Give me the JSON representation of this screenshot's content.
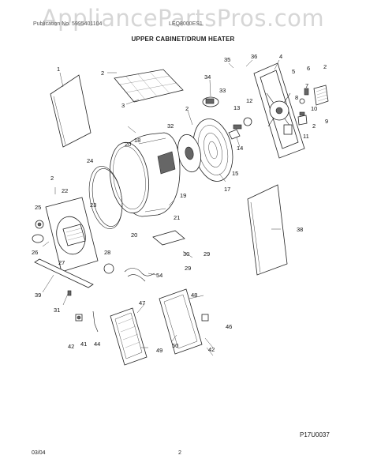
{
  "watermark": "AppliancePartsPros.com",
  "header": {
    "left": "Publication No. 5995401104",
    "right": "LEQ8000ES1"
  },
  "section_title": "UPPER CABINET/DRUM HEATER",
  "figure_code": "P17U0037",
  "footer": {
    "date": "03/04",
    "page": "2"
  },
  "callouts": [
    "1",
    "2",
    "3",
    "34",
    "33",
    "35",
    "36",
    "4",
    "5",
    "6",
    "2",
    "7",
    "8",
    "9",
    "2",
    "10",
    "11",
    "12",
    "13",
    "14",
    "15",
    "2",
    "32",
    "17",
    "18",
    "20",
    "24",
    "19",
    "21",
    "2",
    "22",
    "25",
    "23",
    "20",
    "26",
    "27",
    "28",
    "30",
    "29",
    "29",
    "54",
    "39",
    "38",
    "31",
    "47",
    "48",
    "46",
    "49",
    "50",
    "44",
    "42",
    "41",
    "42"
  ]
}
